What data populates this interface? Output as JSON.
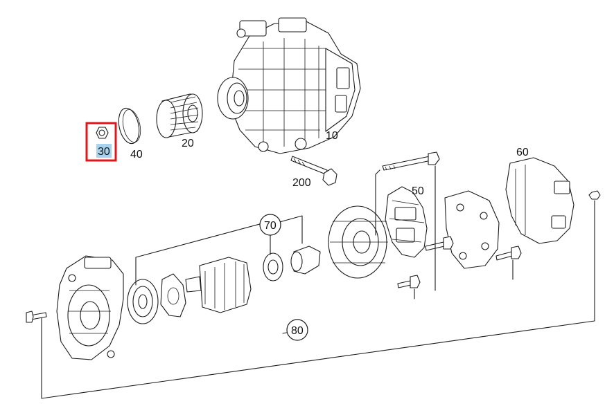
{
  "diagram": {
    "labels": {
      "p10": "10",
      "p20": "20",
      "p30": "30",
      "p40": "40",
      "p50": "50",
      "p60": "60",
      "p70": "70",
      "p80": "80",
      "p200": "200"
    },
    "selected_part": "30",
    "colors": {
      "selection_box": "#e0161b",
      "selection_label_bg": "#a9d2ee",
      "line": "#1a1a1a"
    }
  }
}
